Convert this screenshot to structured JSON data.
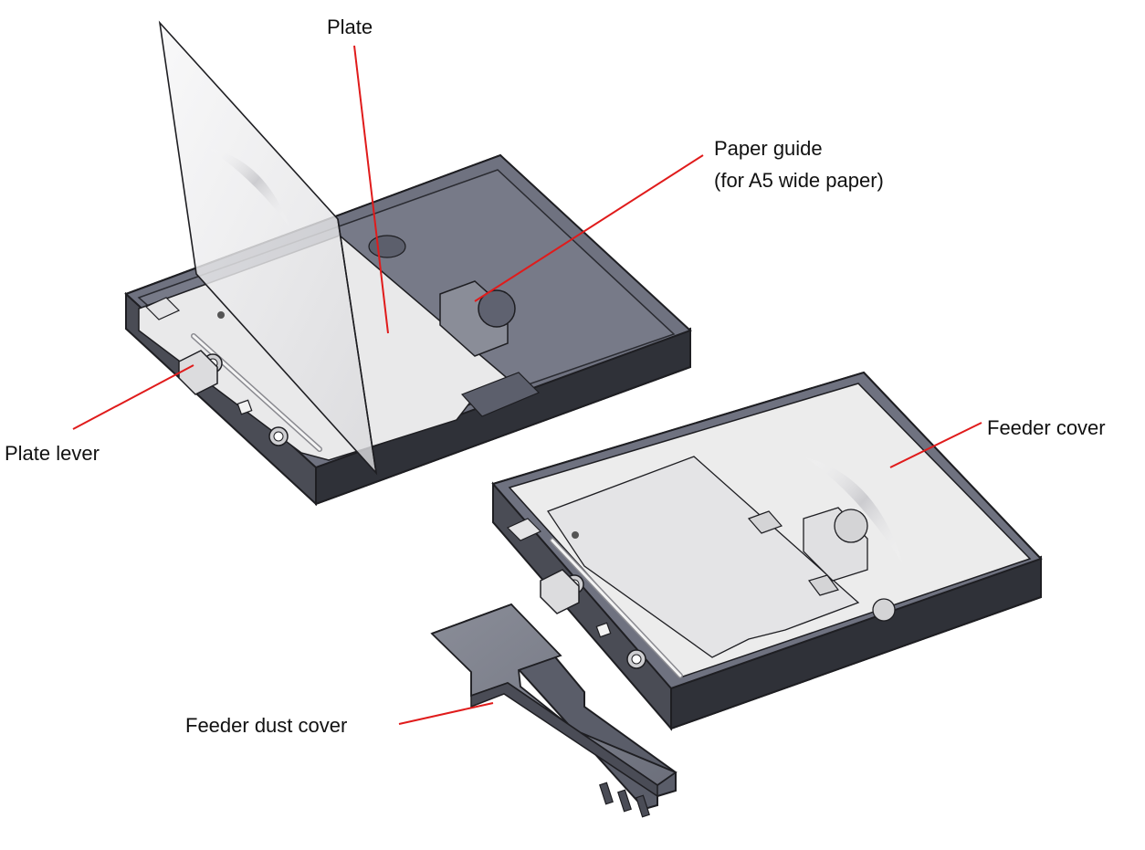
{
  "labels": {
    "plate": "Plate",
    "paper_guide_line1": "Paper guide",
    "paper_guide_line2": "(for A5 wide paper)",
    "plate_lever": "Plate lever",
    "feeder_cover": "Feeder cover",
    "feeder_dust_cover": "Feeder dust cover"
  },
  "colors": {
    "leader_line": "#e01b1b",
    "tray_dark": "#6f7280",
    "tray_edge": "#3a3c44",
    "tray_inner_light": "#ececec",
    "plate_glass": "#e8e8ea",
    "outline": "#1e1e22"
  }
}
